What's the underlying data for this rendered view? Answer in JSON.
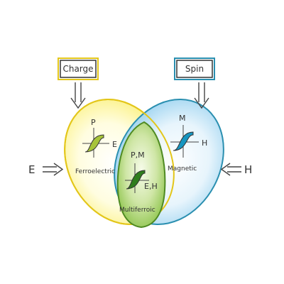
{
  "boxes": {
    "charge": {
      "text": "Charge",
      "color": "#e3c61a"
    },
    "spin": {
      "text": "Spin",
      "color": "#2a8fb0"
    }
  },
  "fields": {
    "electric": "E",
    "magnetic": "H"
  },
  "regions": {
    "ferroelectric": {
      "name": "Ferroelectric",
      "y_axis": "P",
      "x_axis": "E",
      "fill": "#fdf591",
      "stroke": "#e3c61a",
      "loop": "#a7c43a"
    },
    "magnetic": {
      "name": "Magnetic",
      "y_axis": "M",
      "x_axis": "H",
      "fill": "#9fd2ef",
      "stroke": "#2a8fb0",
      "loop": "#1595c0"
    },
    "multiferroic": {
      "name": "Multiferroic",
      "y_axis": "P,M",
      "x_axis": "E,H",
      "fill": "#8fc54b",
      "stroke": "#4f8a22",
      "loop": "#2f7d1d"
    }
  },
  "arrow_glyph": "⇒",
  "arrow_glyph_left": "⇐",
  "arrow_glyph_down": "⇓"
}
